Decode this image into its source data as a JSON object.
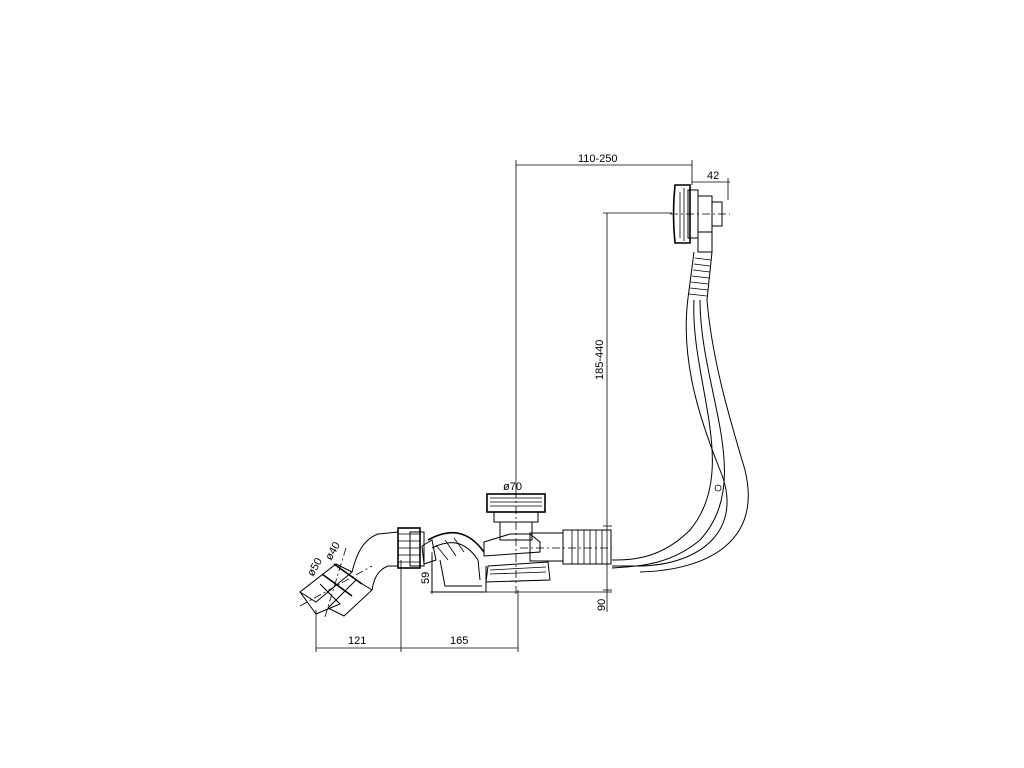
{
  "dimensions": {
    "overflow_offset": "110-250",
    "overflow_width": "42",
    "overflow_height": "185-440",
    "drain_diameter": "ø70",
    "outlet_diameter_40": "ø40",
    "outlet_diameter_50": "ø50",
    "trap_height": "59",
    "base_height": "90",
    "outlet_length": "121",
    "drain_to_trap": "165"
  }
}
